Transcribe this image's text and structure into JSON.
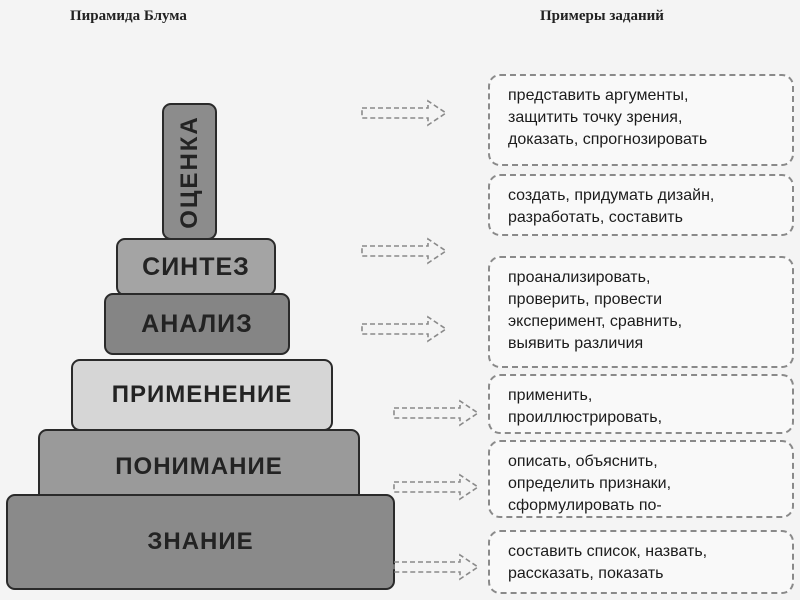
{
  "headings": {
    "left": "Пирамида Блума",
    "right": "Примеры заданий"
  },
  "pyramid": {
    "levels": [
      {
        "label": "ОЦЕНКА"
      },
      {
        "label": "СИНТЕЗ"
      },
      {
        "label": "АНАЛИЗ"
      },
      {
        "label": "ПРИМЕНЕНИЕ"
      },
      {
        "label": "ПОНИМАНИЕ"
      },
      {
        "label": "ЗНАНИЕ"
      }
    ]
  },
  "examples": [
    {
      "lines": [
        "представить аргументы,",
        "защитить точку зрения,",
        "доказать, спрогнозировать"
      ]
    },
    {
      "lines": [
        "создать, придумать дизайн,",
        "разработать, составить"
      ]
    },
    {
      "lines": [
        "проанализировать,",
        "проверить, провести",
        "эксперимент, сравнить,",
        "выявить различия"
      ]
    },
    {
      "lines": [
        "применить,",
        "проиллюстрировать,"
      ]
    },
    {
      "lines": [
        "описать, объяснить,",
        "определить признаки,",
        "сформулировать по-"
      ]
    },
    {
      "lines": [
        "составить список, назвать,",
        "рассказать, показать"
      ]
    }
  ],
  "colors": {
    "arrow_stroke": "#8a8a8a",
    "block_border": "#2a2a2a"
  }
}
